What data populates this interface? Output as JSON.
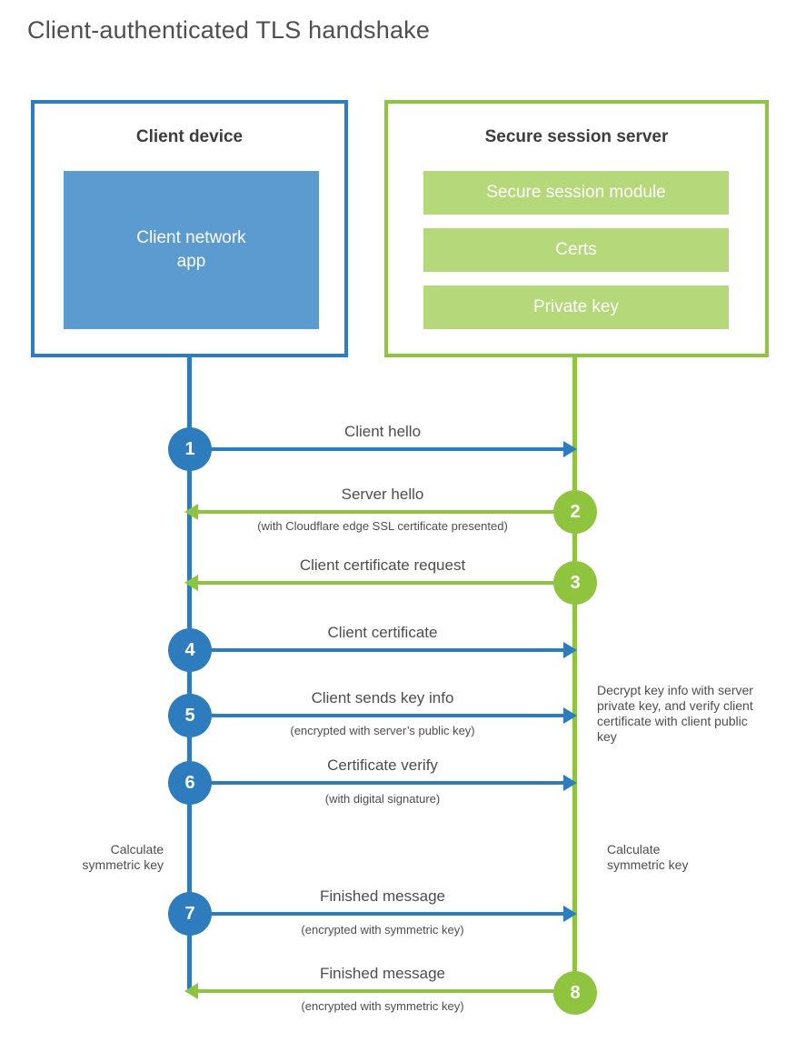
{
  "title": "Client-authenticated TLS handshake",
  "colors": {
    "blue": "#2d7cbe",
    "blue_fill": "#5b9bd0",
    "green": "#8fc43f",
    "green_fill": "#b5d87a",
    "text": "#4d4d4d",
    "heading": "#3d3d3d"
  },
  "client_box": {
    "title": "Client device",
    "inner_label": "Client network\napp"
  },
  "server_box": {
    "title": "Secure session server",
    "modules": [
      {
        "label": "Secure session module"
      },
      {
        "label": "Certs"
      },
      {
        "label": "Private key"
      }
    ]
  },
  "steps": [
    {
      "num": "1",
      "direction": "client-to-server",
      "label": "Client hello",
      "sub": ""
    },
    {
      "num": "2",
      "direction": "server-to-client",
      "label": "Server hello",
      "sub": "(with Cloudflare edge SSL certificate presented)"
    },
    {
      "num": "3",
      "direction": "server-to-client",
      "label": "Client certificate request",
      "sub": ""
    },
    {
      "num": "4",
      "direction": "client-to-server",
      "label": "Client certificate",
      "sub": ""
    },
    {
      "num": "5",
      "direction": "client-to-server",
      "label": "Client sends key info",
      "sub": "(encrypted with server’s public key)"
    },
    {
      "num": "6",
      "direction": "client-to-server",
      "label": "Certificate verify",
      "sub": "(with digital signature)"
    },
    {
      "num": "7",
      "direction": "client-to-server",
      "label": "Finished message",
      "sub": "(encrypted with symmetric key)"
    },
    {
      "num": "8",
      "direction": "server-to-client",
      "label": "Finished message",
      "sub": "(encrypted with symmetric key)"
    }
  ],
  "notes": {
    "decrypt": "Decrypt key info with server private key, and verify client certificate with client public key",
    "calc_left": "Calculate\nsymmetric key",
    "calc_right": "Calculate\nsymmetric key"
  }
}
